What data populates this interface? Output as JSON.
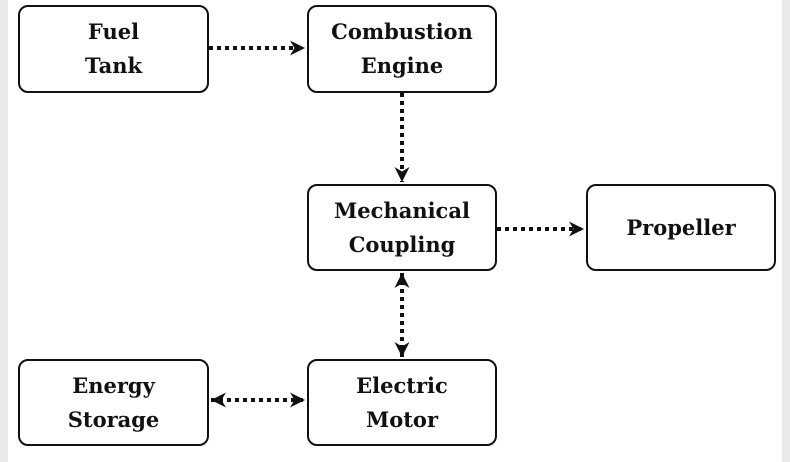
{
  "diagram": {
    "nodes": {
      "fuel_tank": {
        "line1": "Fuel",
        "line2": "Tank"
      },
      "combustion_engine": {
        "line1": "Combustion",
        "line2": "Engine"
      },
      "mechanical_coupling": {
        "line1": "Mechanical",
        "line2": "Coupling"
      },
      "propeller": {
        "line1": "Propeller"
      },
      "energy_storage": {
        "line1": "Energy",
        "line2": "Storage"
      },
      "electric_motor": {
        "line1": "Electric",
        "line2": "Motor"
      }
    },
    "edges": [
      {
        "from": "Fuel Tank",
        "to": "Combustion Engine",
        "direction": "forward",
        "style": "dotted"
      },
      {
        "from": "Combustion Engine",
        "to": "Mechanical Coupling",
        "direction": "forward",
        "style": "dotted"
      },
      {
        "from": "Mechanical Coupling",
        "to": "Propeller",
        "direction": "forward",
        "style": "dotted"
      },
      {
        "from": "Mechanical Coupling",
        "to": "Electric Motor",
        "direction": "bidirectional",
        "style": "dotted"
      },
      {
        "from": "Electric Motor",
        "to": "Energy Storage",
        "direction": "bidirectional",
        "style": "dotted"
      }
    ],
    "colors": {
      "stroke": "#111111",
      "background": "#ffffff",
      "frame": "#e9e9e9"
    }
  }
}
